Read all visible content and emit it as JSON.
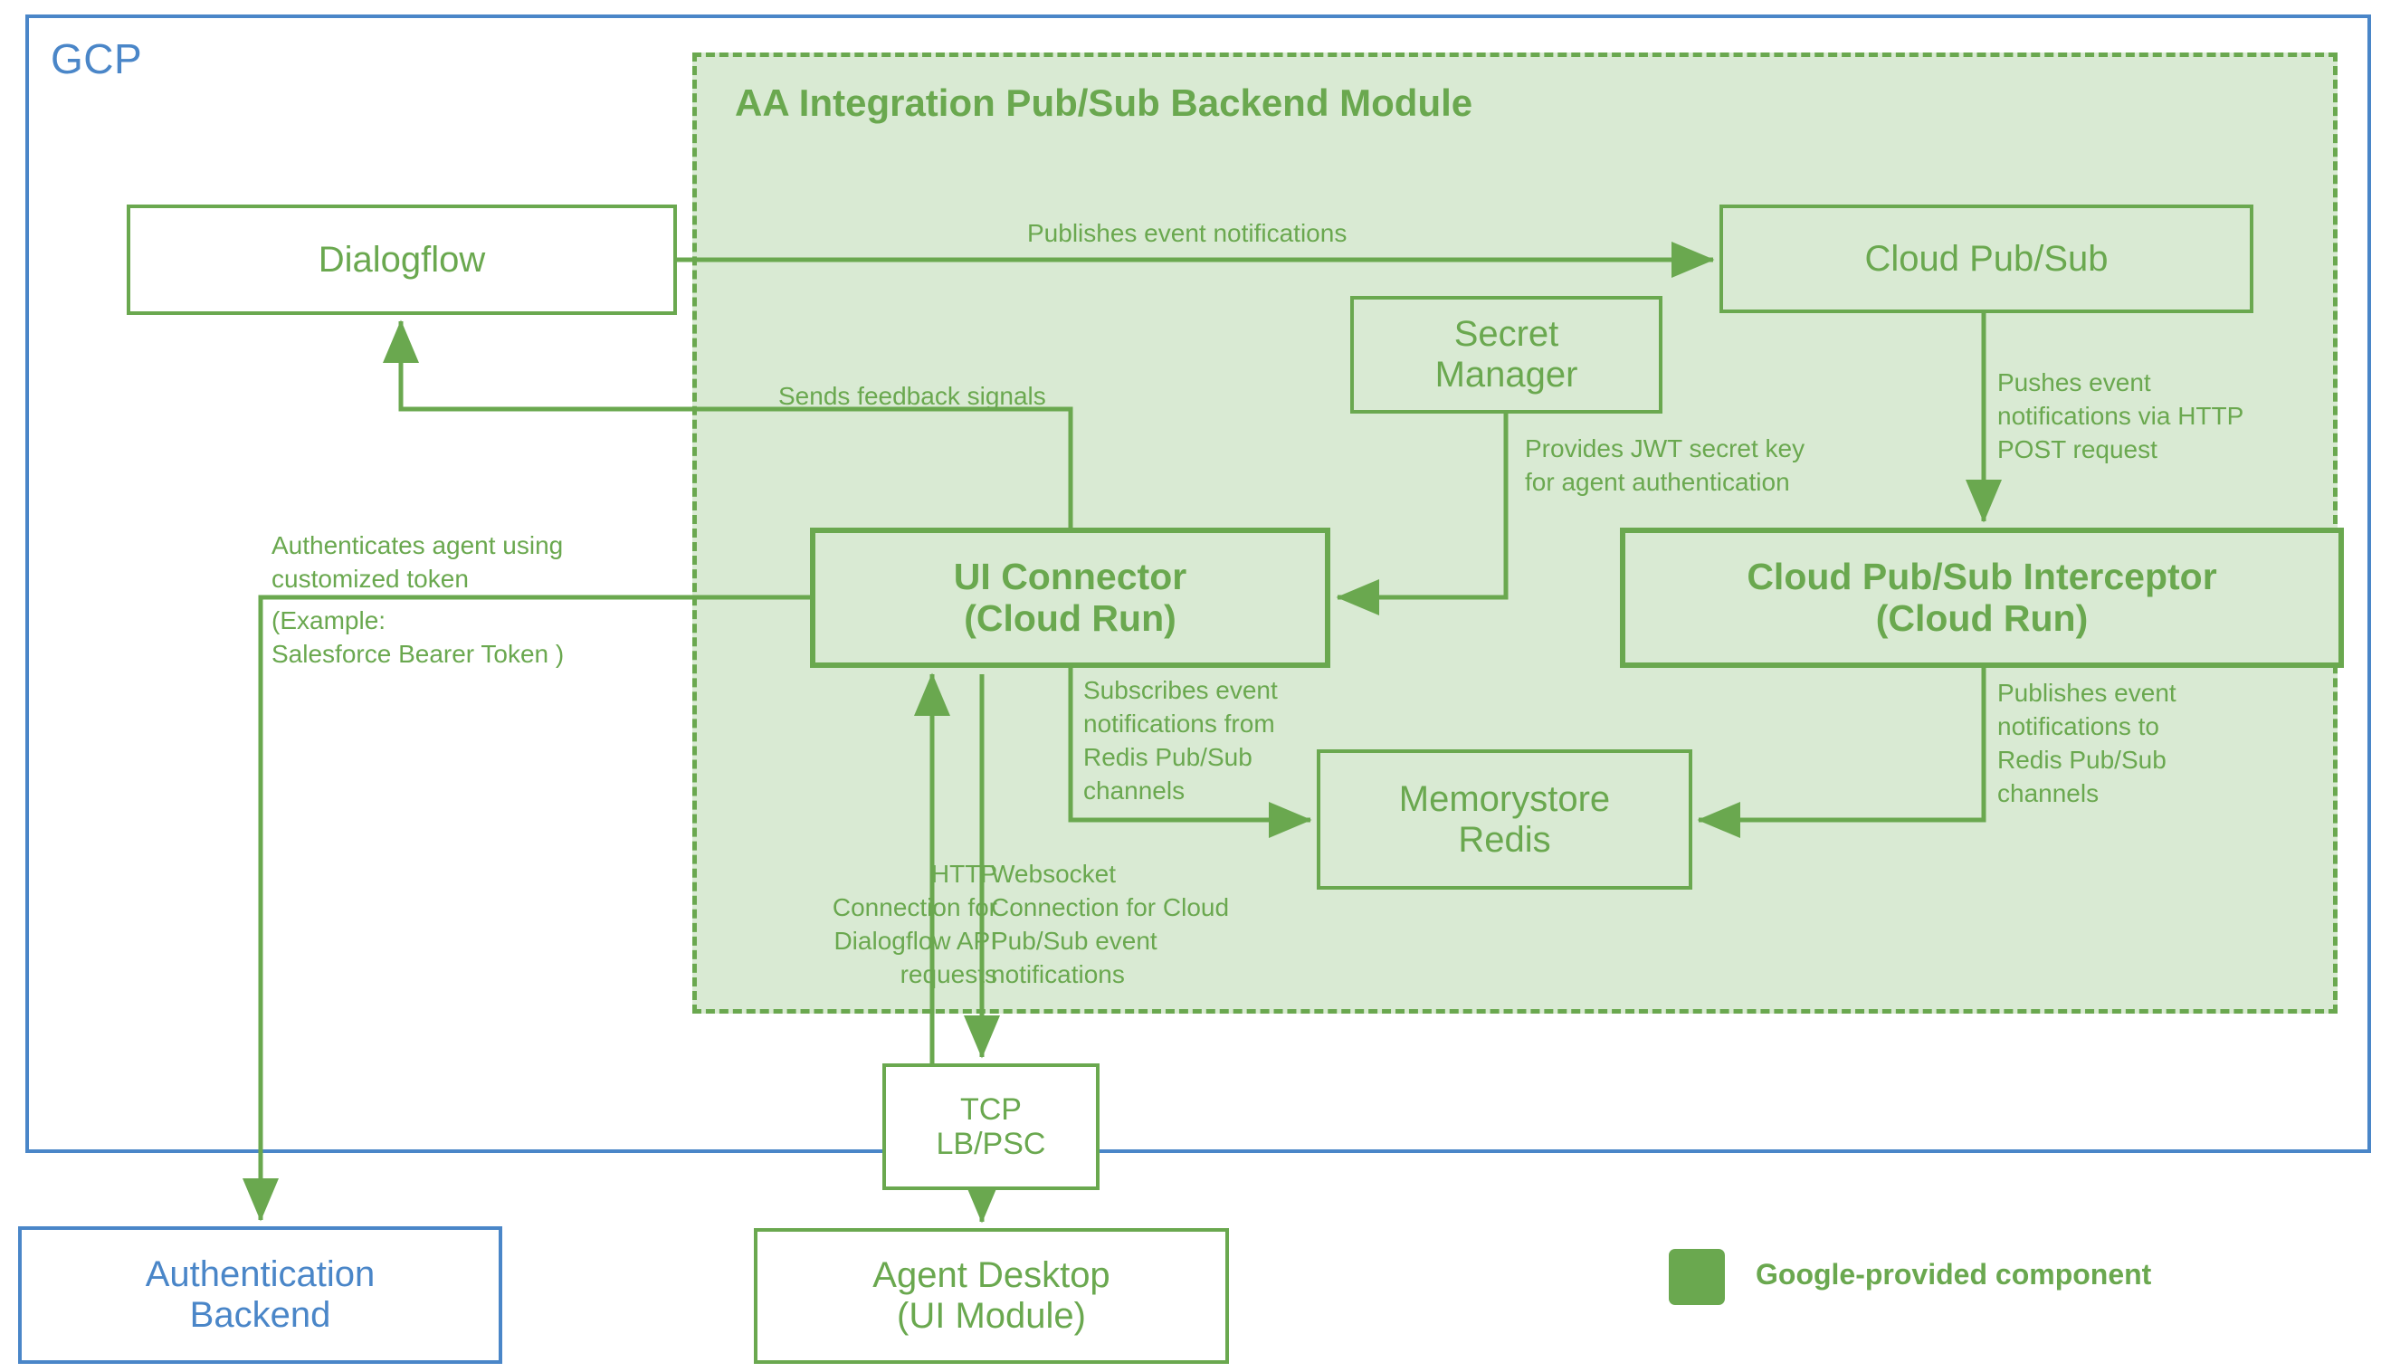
{
  "diagram": {
    "title": "AA Integration Pub/Sub Backend Module",
    "cloud_label": "GCP",
    "colors": {
      "google_green": "#6aa84f",
      "module_fill": "#d9ead3",
      "gcp_blue": "#4a86c8",
      "white": "#ffffff"
    }
  },
  "nodes": {
    "dialogflow": "Dialogflow",
    "cloud_pubsub": "Cloud Pub/Sub",
    "secret_manager": "Secret\nManager",
    "ui_connector": "UI Connector\n(Cloud Run)",
    "interceptor": "Cloud Pub/Sub Interceptor\n(Cloud Run)",
    "memorystore_redis": "Memorystore\nRedis",
    "tcp_lb": "TCP\nLB/PSC",
    "agent_desktop": "Agent Desktop\n(UI Module)",
    "auth_backend": "Authentication\nBackend"
  },
  "edge_labels": {
    "publishes_event_notifications": "Publishes event notifications",
    "sends_feedback_signals": "Sends feedback signals",
    "provides_jwt": "Provides JWT secret key\nfor agent authentication",
    "pushes_event_http_post": "Pushes event\nnotifications via HTTP\nPOST request",
    "subscribes_redis": "Subscribes event\nnotifications from\nRedis Pub/Sub\nchannels",
    "publishes_to_redis": "Publishes event\nnotifications to\nRedis Pub/Sub\nchannels",
    "http_connection": "HTTP\nConnection for\nDialogflow API\nrequests",
    "websocket_connection": "Websocket\nConnection for Cloud\nPub/Sub event\nnotifications",
    "authenticates_agent": "Authenticates agent using\ncustomized token",
    "authenticates_example": "(Example:\nSalesforce Bearer Token )"
  },
  "legend": {
    "swatch_color": "#6aa84f",
    "label": "Google-provided component"
  }
}
